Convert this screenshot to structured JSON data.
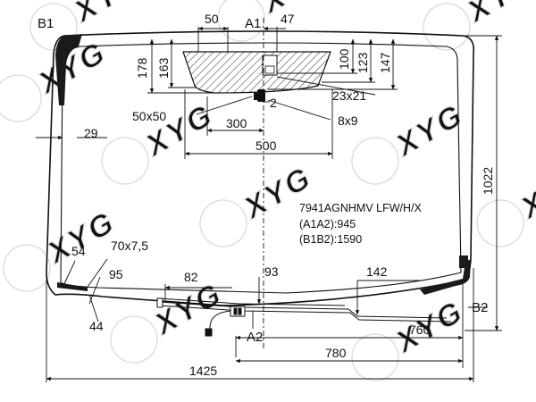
{
  "watermark": {
    "text": "XYG"
  },
  "labels": {
    "b1": "B1",
    "b2": "B2",
    "a1": "A1",
    "a2": "A2"
  },
  "part": {
    "code": "7941AGNHMV LFW/H/X",
    "a1a2": "(A1A2):945",
    "b1b2": "(B1B2):1590"
  },
  "dimensions": {
    "top_50": "50",
    "top_47": "47",
    "d178": "178",
    "d163": "163",
    "d100": "100",
    "d123": "123",
    "d147": "147",
    "d23x21": "23x21",
    "d2": "2",
    "d50x50": "50x50",
    "d300": "300",
    "d8x9": "8x9",
    "d29": "29",
    "d500": "500",
    "d1022": "1022",
    "d54": "54",
    "d70x7_5": "70x7,5",
    "d95": "95",
    "d82": "82",
    "d93": "93",
    "d142": "142",
    "d44": "44",
    "d760": "760",
    "d780": "780",
    "d1425": "1425"
  },
  "colors": {
    "line": "#111111",
    "hatch": "#222222",
    "watermark": "#dcdcdc",
    "print_band": "#1a1a1a"
  }
}
